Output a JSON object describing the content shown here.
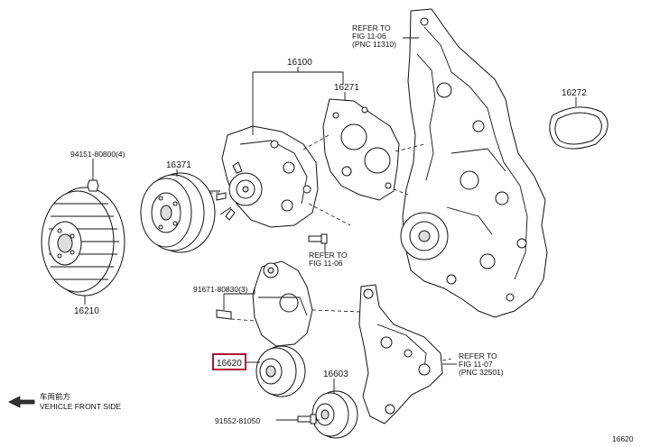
{
  "labels": {
    "p16100": "16100",
    "p16271": "16271",
    "p16272": "16272",
    "p16371": "16371",
    "p16210": "16210",
    "p16620": "16620",
    "p16603": "16603",
    "b94151": "94151-80800(4)",
    "b91671": "91671-80830(3)",
    "b91552": "91552-81050"
  },
  "refs": {
    "top_line1": "REFER TO",
    "top_line2": "FIG 11-06",
    "top_line3": "(PNC 11310)",
    "mid_line1": "REFER TO",
    "mid_line2": "FIG 11-06",
    "right_line1": "REFER TO",
    "right_line2": "FIG 11-07",
    "right_line3": "(PNC 32501)"
  },
  "legend": {
    "jp_text": "车両前方",
    "en_text": "VEHICLE FRONT SIDE"
  },
  "footer": {
    "code": "16620"
  },
  "colors": {
    "highlight": "#b0103a",
    "ink": "#111111"
  }
}
